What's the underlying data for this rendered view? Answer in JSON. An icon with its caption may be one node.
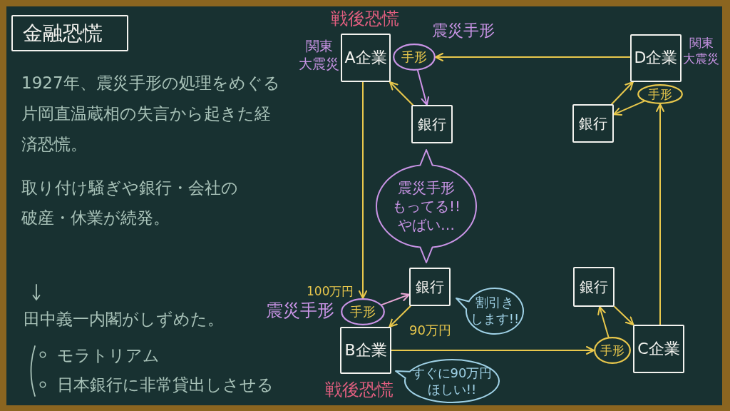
{
  "diagram": {
    "title": "金融恐慌",
    "nodes": [
      {
        "text": [
          "A企業"
        ],
        "beside": [
          "戦後恐慌",
          "関東大震災"
        ]
      },
      {
        "text": [
          "手形"
        ],
        "beside": [
          "震災手形"
        ]
      },
      {
        "text": [
          "D企業"
        ],
        "beside": [
          "関東大震災"
        ]
      },
      {
        "text": [
          "手形"
        ]
      },
      {
        "text": [
          "銀行"
        ]
      },
      {
        "text": [
          "銀行"
        ]
      },
      {
        "text": [
          "震災手形もってる!!やばい…"
        ]
      },
      {
        "text": [
          "銀行"
        ]
      },
      {
        "text": [
          "割引きします!!"
        ]
      },
      {
        "text": [
          "手形"
        ],
        "beside": [
          "100万円",
          "震災手形"
        ]
      },
      {
        "text": [
          "B企業"
        ],
        "beside": [
          "戦後恐慌"
        ]
      },
      {
        "text": [
          "すぐに90万円ほしい!!"
        ]
      },
      {
        "text": [
          "銀行"
        ]
      },
      {
        "text": [
          "手形"
        ]
      },
      {
        "text": [
          "C企業"
        ]
      }
    ],
    "edges": [
      {
        "from": 2,
        "to": 1,
        "arrow": "to"
      },
      {
        "from": 1,
        "to": 4,
        "arrow": "to",
        "color": "#cf94e8"
      },
      {
        "from": 4,
        "to": 0,
        "arrow": "to"
      },
      {
        "from": 0,
        "to": 9,
        "arrow": "to"
      },
      {
        "from": 9,
        "to": 7,
        "arrow": "to",
        "color": "#e8a6d4"
      },
      {
        "from": 7,
        "to": 10,
        "arrow": "to",
        "label": "90万円"
      },
      {
        "from": 10,
        "to": 13,
        "arrow": "to"
      },
      {
        "from": 13,
        "to": 12,
        "arrow": "to"
      },
      {
        "from": 12,
        "to": 14,
        "arrow": "to"
      },
      {
        "from": 14,
        "to": 3,
        "arrow": "to"
      },
      {
        "from": 3,
        "to": 5,
        "arrow": "to"
      },
      {
        "from": 5,
        "to": 2,
        "arrow": "to"
      }
    ],
    "labels": [
      "1927年、震災手形の処理をめぐる片岡直温蔵相の失言から起きた経済恐慌。",
      "取り付け騒ぎや銀行・会社の破産・休業が続発。",
      "田中義一内閣がしずめた。",
      "モラトリアム",
      "日本銀行に非常貸出しさせる"
    ]
  }
}
